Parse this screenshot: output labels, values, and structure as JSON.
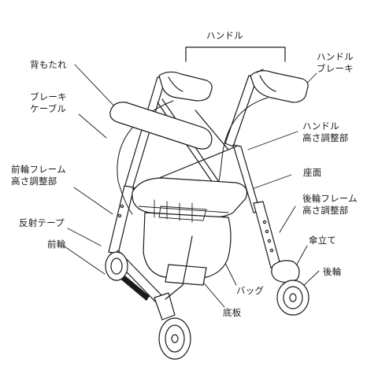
{
  "labels": {
    "handle": "ハンドル",
    "handle_brake": [
      "ハンドル",
      "ブレーキ"
    ],
    "backrest": "背もたれ",
    "brake_cable": [
      "ブレーキ",
      "ケーブル"
    ],
    "handle_height": [
      "ハンドル",
      "高さ調整部"
    ],
    "seat": "座面",
    "front_frame": [
      "前輪フレーム",
      "高さ調整部"
    ],
    "rear_frame": [
      "後輪フレーム",
      "高さ調整部"
    ],
    "reflector": "反射テープ",
    "front_wheel": "前輪",
    "umbrella": "傘立て",
    "rear_wheel": "後輪",
    "bag": "バッグ",
    "bottom_plate": "底板"
  },
  "colors": {
    "line": "#1a1a1a",
    "fill": "#ffffff"
  }
}
